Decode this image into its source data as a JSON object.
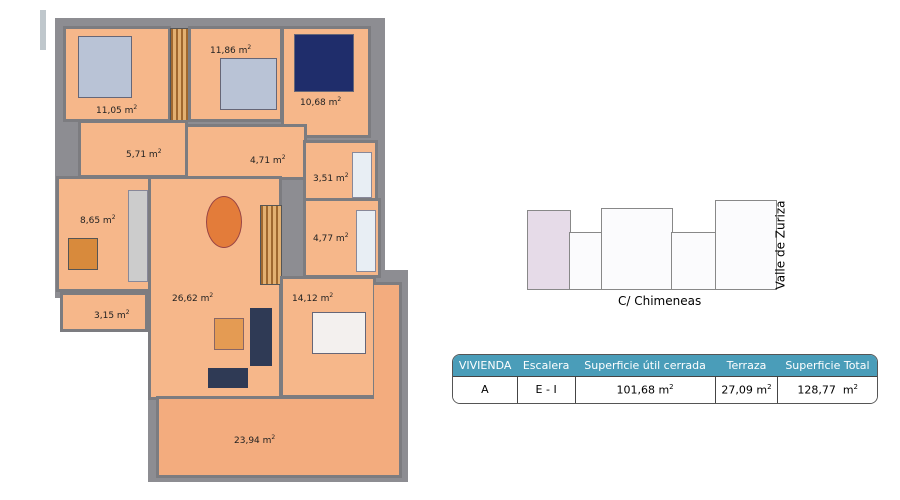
{
  "floor_plan": {
    "rooms": [
      {
        "id": "bedroom-1",
        "area": "11,05",
        "unit": "m",
        "exp": "2"
      },
      {
        "id": "bedroom-2",
        "area": "11,86",
        "unit": "m",
        "exp": "2"
      },
      {
        "id": "bedroom-3",
        "area": "10,68",
        "unit": "m",
        "exp": "2"
      },
      {
        "id": "hall-1",
        "area": "5,71",
        "unit": "m",
        "exp": "2"
      },
      {
        "id": "hall-2",
        "area": "4,71",
        "unit": "m",
        "exp": "2"
      },
      {
        "id": "bathroom-1",
        "area": "3,51",
        "unit": "m",
        "exp": "2"
      },
      {
        "id": "bathroom-2",
        "area": "4,77",
        "unit": "m",
        "exp": "2"
      },
      {
        "id": "kitchen",
        "area": "8,65",
        "unit": "m",
        "exp": "2"
      },
      {
        "id": "laundry",
        "area": "3,15",
        "unit": "m",
        "exp": "2"
      },
      {
        "id": "living-room",
        "area": "26,62",
        "unit": "m",
        "exp": "2"
      },
      {
        "id": "bedroom-4",
        "area": "14,12",
        "unit": "m",
        "exp": "2"
      },
      {
        "id": "terrace",
        "area": "23,94",
        "unit": "m",
        "exp": "2"
      }
    ],
    "colors": {
      "room": "#f6b78a",
      "wall": "#8d8d92",
      "header": "#4a9db9"
    }
  },
  "key_plan": {
    "street_bottom": "C/ Chimeneas",
    "street_right": "Valle de Zuriza"
  },
  "summary_table": {
    "headers": [
      "VIVIENDA",
      "Escalera",
      "Superficie útil cerrada",
      "Terraza",
      "Superficie Total"
    ],
    "row": [
      "A",
      "E - I",
      "101,68 m",
      "27,09 m",
      "128,77  m"
    ],
    "exp": "2"
  }
}
